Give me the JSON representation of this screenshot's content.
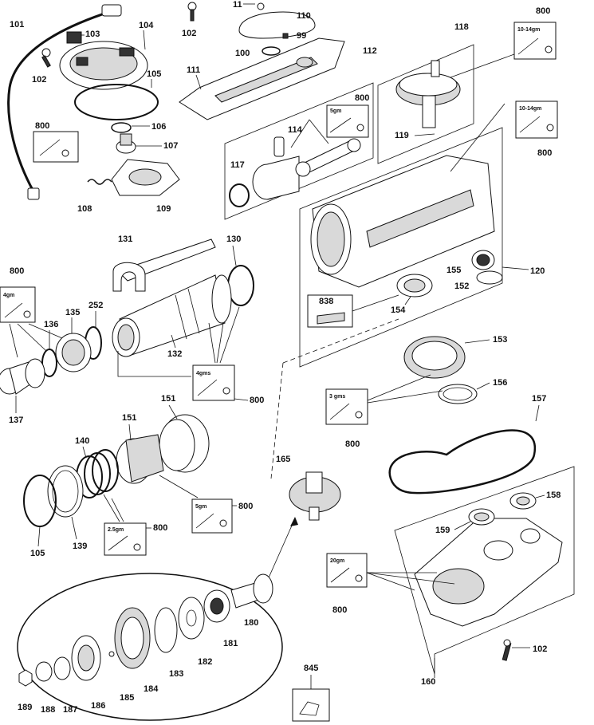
{
  "labels": {
    "p11": "11",
    "p110": "110",
    "p99": "99",
    "p100": "100",
    "p102a": "102",
    "p101": "101",
    "p103": "103",
    "p104": "104",
    "p102b": "102",
    "p105a": "105",
    "p106": "106",
    "p107": "107",
    "p108": "108",
    "p109": "109",
    "p111": "111",
    "p112": "112",
    "p114": "114",
    "p117": "117",
    "p118": "118",
    "p119": "119",
    "p120": "120",
    "p131": "131",
    "p130": "130",
    "p132": "132",
    "p135": "135",
    "p252": "252",
    "p136": "136",
    "p137": "137",
    "p838": "838",
    "p154": "154",
    "p155": "155",
    "p152": "152",
    "p153": "153",
    "p156": "156",
    "p157": "157",
    "p151a": "151",
    "p151b": "151",
    "p140": "140",
    "p105b": "105",
    "p139": "139",
    "p165": "165",
    "p158": "158",
    "p159": "159",
    "p160": "160",
    "p102c": "102",
    "p180": "180",
    "p181": "181",
    "p182": "182",
    "p183": "183",
    "p184": "184",
    "p185": "185",
    "p186": "186",
    "p187": "187",
    "p188": "188",
    "p189": "189",
    "p845": "845",
    "g800a": "800",
    "g800b": "800",
    "g800c": "800",
    "g800d": "800",
    "g800e": "800",
    "g800f": "800",
    "g800g": "800",
    "g800h": "800",
    "g800i": "800",
    "g800j": "800"
  },
  "grease": {
    "q_10_14a": "10-14gm",
    "q_10_14b": "10-14gm",
    "q_5gm_a": "5gm",
    "q_4gm": "4gm",
    "q_4gms": "4gms",
    "q_3gms": "3 gms",
    "q_5gm_b": "5gm",
    "q_2_5gm": "2.5gm",
    "q_20gm": "20gm"
  },
  "colors": {
    "line": "#111111",
    "background": "#ffffff",
    "fill_dark": "#333333",
    "fill_light": "#d9d9d9"
  }
}
